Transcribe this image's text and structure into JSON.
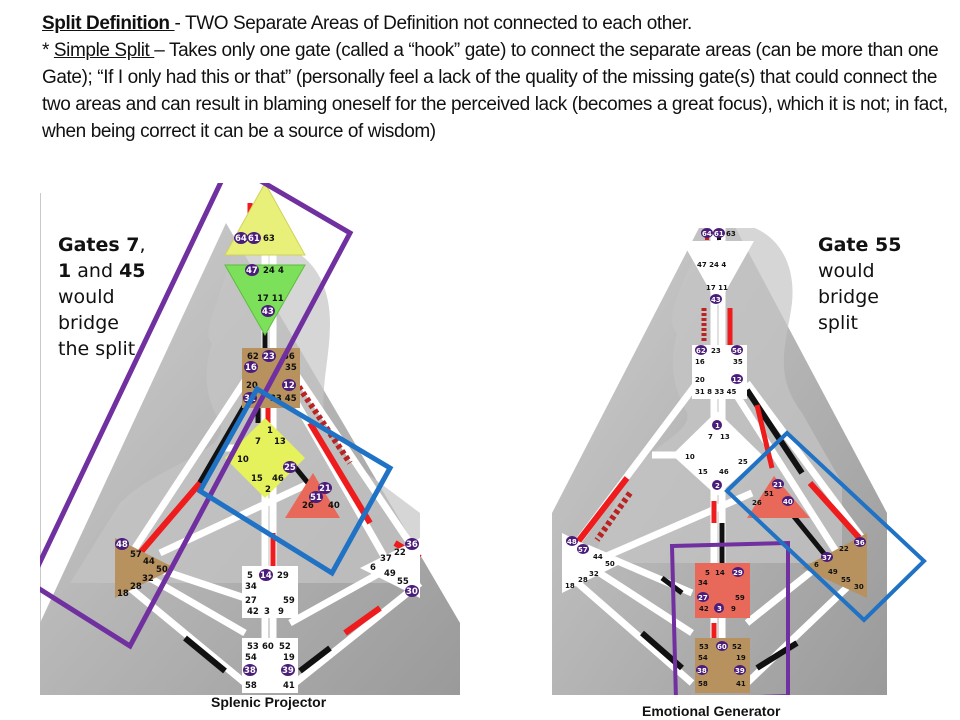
{
  "header": {
    "title_underlined": "Split Definition ",
    "title_rest": "- TWO Separate Areas of Definition not connected to each other.",
    "bullet_prefix": "* ",
    "subtitle_underlined": "Simple Split ",
    "body": "– Takes only one gate (called a “hook” gate) to connect the separate areas (can be more than one Gate); “If I only had this or that” (personally feel a lack of the quality of the missing gate(s) that could connect the two areas and can result in blaming oneself for the perceived lack (becomes a great focus), which it is not; in fact, when being correct it can be a source of wisdom)"
  },
  "left_chart": {
    "caption": "Splenic Projector",
    "note": {
      "line1_bold": "Gates 7",
      "line1_rest": ",",
      "line2_bold": "1",
      "line2_mid": " and ",
      "line2_bold2": "45",
      "line3": "would",
      "line4": "bridge",
      "line5": "the split"
    },
    "centers": {
      "head": {
        "gates": [
          "64",
          "61",
          "63"
        ],
        "active": [
          "64",
          "61"
        ],
        "color": "#e9f07a"
      },
      "ajna": {
        "gates": [
          "47",
          "24",
          "4",
          "17",
          "11",
          "43"
        ],
        "active": [
          "47",
          "43"
        ],
        "color": "#7de05a"
      },
      "throat": {
        "gates": [
          "62",
          "23",
          "56",
          "16",
          "35",
          "20",
          "12",
          "31",
          "8",
          "33",
          "45"
        ],
        "active": [
          "23",
          "16",
          "12",
          "31",
          "8"
        ],
        "color": "#b8925e"
      },
      "g": {
        "gates": [
          "1",
          "7",
          "13",
          "10",
          "25",
          "15",
          "46",
          "2"
        ],
        "active": [
          "25"
        ],
        "color": "#e6f25c"
      },
      "heart": {
        "gates": [
          "21",
          "51",
          "26",
          "40"
        ],
        "active": [
          "21",
          "51"
        ],
        "color": "#e8695a"
      },
      "spleen": {
        "gates": [
          "48",
          "57",
          "44",
          "50",
          "32",
          "28",
          "18"
        ],
        "active": [
          "48"
        ],
        "color": "#b8925e"
      },
      "solar_plexus": {
        "gates": [
          "36",
          "22",
          "37",
          "6",
          "49",
          "55",
          "30"
        ],
        "active": [
          "36",
          "30"
        ],
        "color": "#ffffff"
      },
      "sacral": {
        "gates": [
          "5",
          "14",
          "29",
          "34",
          "27",
          "59",
          "42",
          "3",
          "9"
        ],
        "active": [
          "14"
        ],
        "color": "#ffffff"
      },
      "root": {
        "gates": [
          "53",
          "60",
          "52",
          "54",
          "19",
          "38",
          "39",
          "58",
          "41"
        ],
        "active": [
          "38",
          "39"
        ],
        "color": "#ffffff"
      }
    },
    "highlight_colors": {
      "purple": "#7030a0",
      "blue": "#1f72c4"
    }
  },
  "right_chart": {
    "caption": "Emotional Generator",
    "note": {
      "line1_bold": "Gate 55",
      "line2": "would",
      "line3": "bridge",
      "line4": "split"
    },
    "centers": {
      "head": {
        "gates": [
          "64",
          "61",
          "63"
        ],
        "active": [
          "64",
          "61"
        ],
        "color": "#ffffff"
      },
      "ajna": {
        "gates": [
          "47",
          "24",
          "4",
          "17",
          "11",
          "43"
        ],
        "active": [
          "43"
        ],
        "color": "#ffffff"
      },
      "throat": {
        "gates": [
          "62",
          "23",
          "56",
          "16",
          "35",
          "20",
          "12",
          "31",
          "8",
          "33",
          "45"
        ],
        "active": [
          "62",
          "56",
          "12"
        ],
        "color": "#ffffff"
      },
      "g": {
        "gates": [
          "1",
          "7",
          "13",
          "10",
          "25",
          "15",
          "46",
          "2"
        ],
        "active": [
          "1",
          "2"
        ],
        "color": "#ffffff"
      },
      "heart": {
        "gates": [
          "21",
          "51",
          "26",
          "40"
        ],
        "active": [
          "21",
          "40"
        ],
        "color": "#e8695a"
      },
      "spleen": {
        "gates": [
          "48",
          "57",
          "44",
          "50",
          "32",
          "28",
          "18"
        ],
        "active": [
          "48",
          "57"
        ],
        "color": "#ffffff"
      },
      "solar_plexus": {
        "gates": [
          "36",
          "22",
          "37",
          "6",
          "49",
          "55",
          "30"
        ],
        "active": [
          "36",
          "37"
        ],
        "color": "#b8925e"
      },
      "sacral": {
        "gates": [
          "5",
          "14",
          "29",
          "34",
          "27",
          "59",
          "42",
          "3",
          "9"
        ],
        "active": [
          "29",
          "27",
          "3"
        ],
        "color": "#e8695a"
      },
      "root": {
        "gates": [
          "53",
          "60",
          "52",
          "54",
          "19",
          "38",
          "39",
          "58",
          "41"
        ],
        "active": [
          "60",
          "38",
          "39"
        ],
        "color": "#b8925e"
      }
    },
    "highlight_colors": {
      "purple": "#7030a0",
      "blue": "#1f72c4"
    }
  }
}
